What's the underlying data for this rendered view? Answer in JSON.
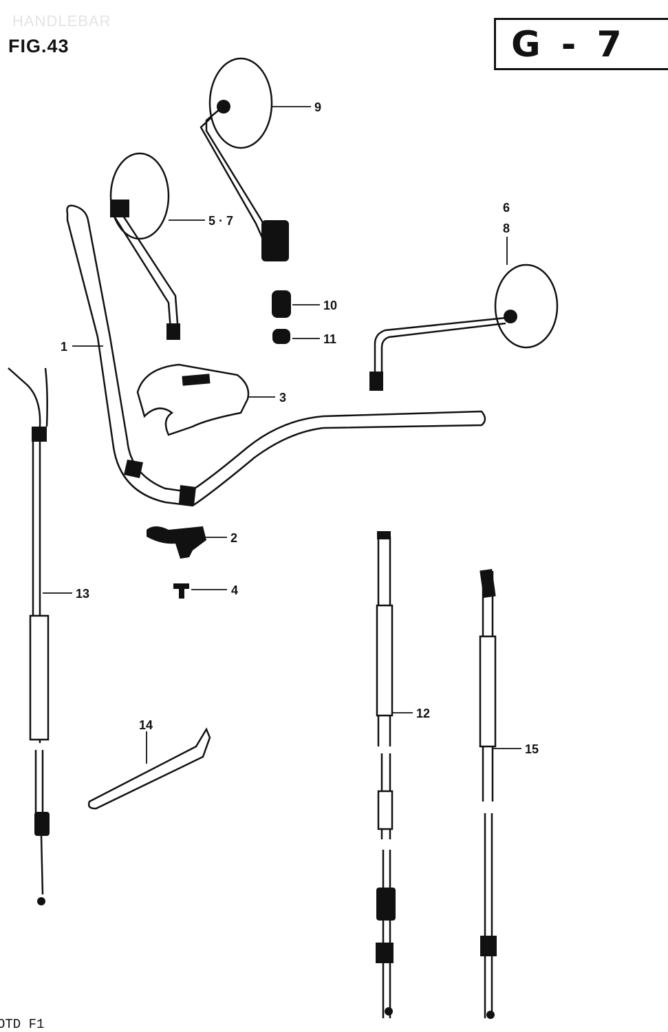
{
  "header": {
    "caption": "HANDLEBAR",
    "figure": "FIG.43",
    "section": "G - 7"
  },
  "footer": {
    "code": "OTD F1"
  },
  "callouts": {
    "p1": "1",
    "p2": "2",
    "p3": "3",
    "p4": "4",
    "p5_7": "5 · 7",
    "p6": "6",
    "p8": "8",
    "p9": "9",
    "p10": "10",
    "p11": "11",
    "p12": "12",
    "p13": "13",
    "p14": "14",
    "p15": "15"
  }
}
